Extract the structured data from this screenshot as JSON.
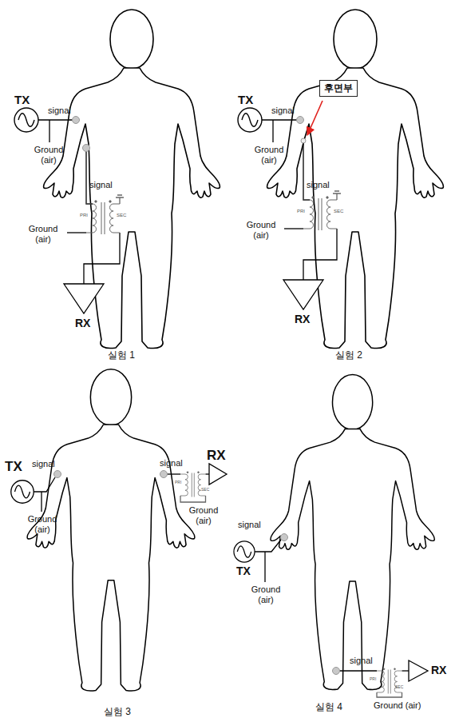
{
  "diagram": {
    "nodes": [
      {
        "text": [
          "후면부"
        ]
      }
    ],
    "labels": [
      "TX",
      "signal",
      "Ground (air)",
      "signal",
      "Ground (air)",
      "PRI",
      "SEC",
      "RX",
      "실험 1",
      "TX",
      "signal",
      "Ground (air)",
      "signal",
      "Ground (air)",
      "PRI",
      "SEC",
      "RX",
      "실험 2",
      "TX",
      "signal",
      "Ground (air)",
      "signal",
      "PRI",
      "SEC",
      "Ground (air)",
      "RX",
      "실험 3",
      "signal",
      "TX",
      "Ground (air)",
      "signal",
      "PRI",
      "SEC",
      "Ground (air)",
      "RX",
      "실험 4"
    ]
  }
}
